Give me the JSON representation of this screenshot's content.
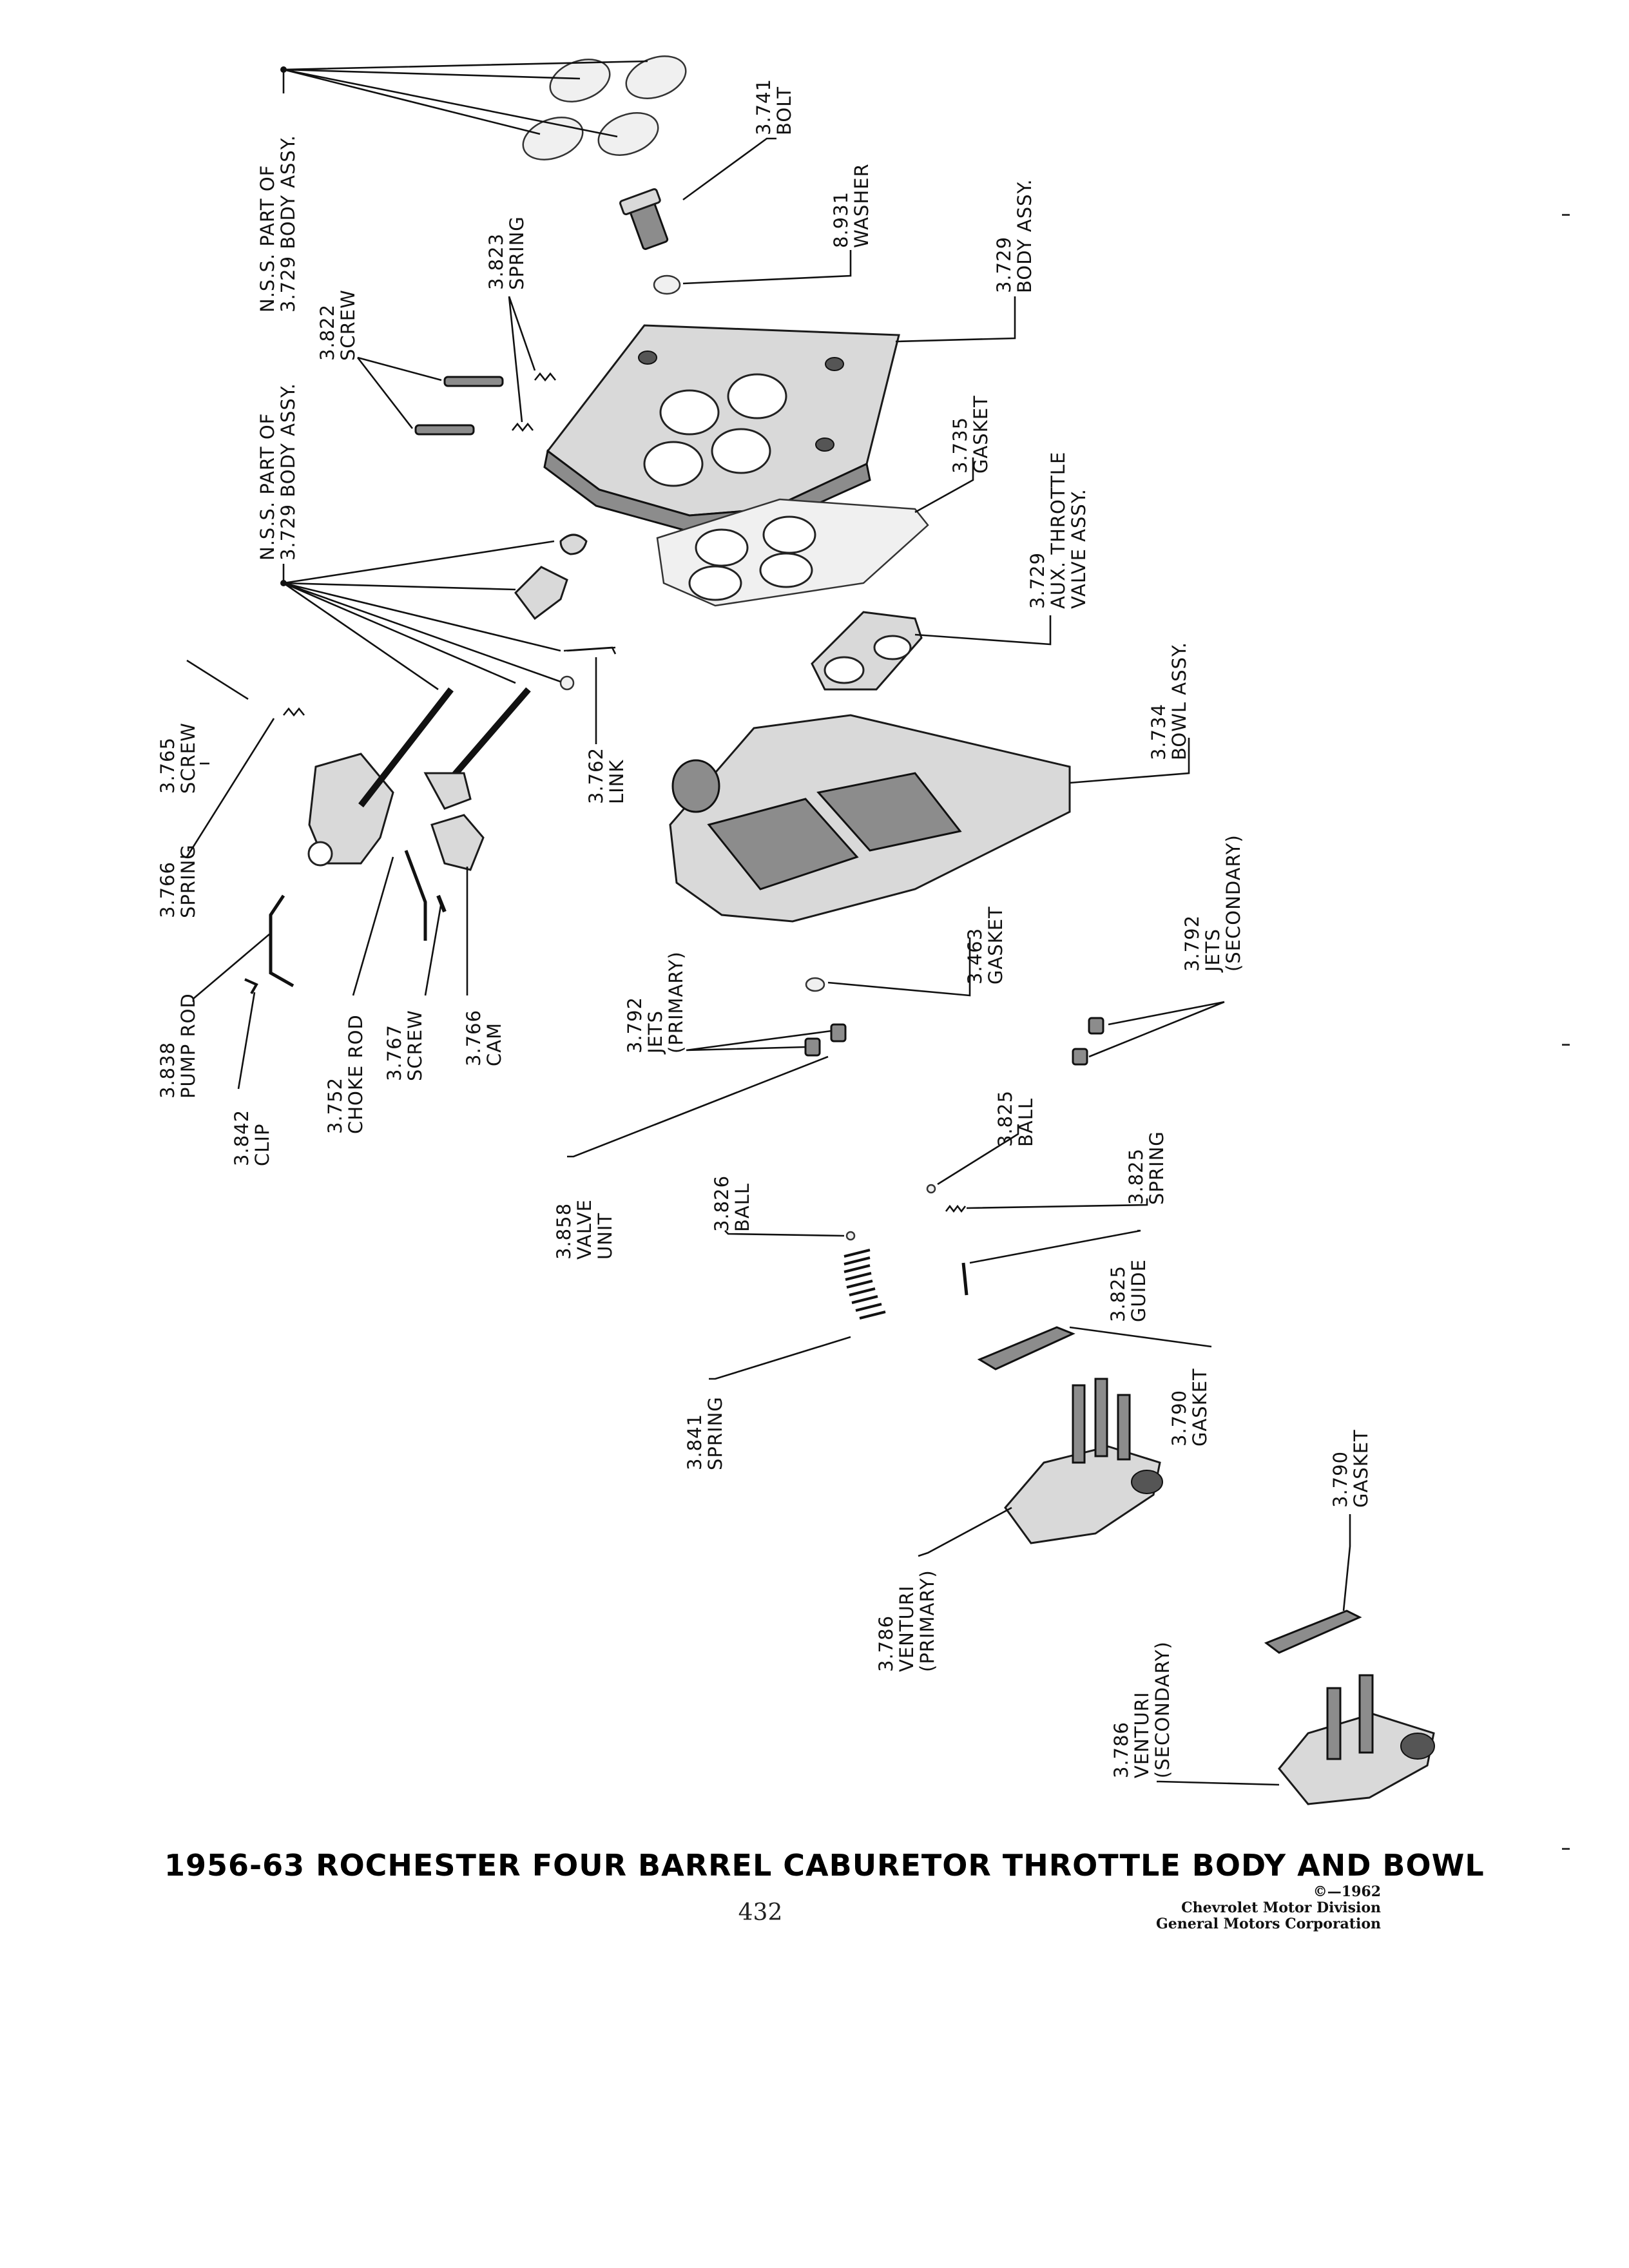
{
  "title": "1956-63 ROCHESTER FOUR BARREL CABURETOR THROTTLE BODY AND BOWL",
  "page_number": "432",
  "copyright": {
    "line1": "©—1962",
    "line2": "Chevrolet Motor Division",
    "line3": "General Motors Corporation"
  },
  "callouts": {
    "nss_top": [
      "N.S.S. PART OF",
      "3.729 BODY ASSY."
    ],
    "bolt": [
      "3.741",
      "BOLT"
    ],
    "washer": [
      "8.931",
      "WASHER"
    ],
    "body_assy": [
      "3.729",
      "BODY ASSY."
    ],
    "spring_3823": [
      "3.823",
      "SPRING"
    ],
    "screw_3822": [
      "3.822",
      "SCREW"
    ],
    "nss_mid": [
      "N.S.S. PART OF",
      "3.729 BODY ASSY."
    ],
    "gasket_3735": [
      "3.735",
      "GASKET"
    ],
    "aux_throttle": [
      "3.729",
      "AUX. THROTTLE",
      "VALVE ASSY."
    ],
    "bowl_assy": [
      "3.734",
      "BOWL ASSY."
    ],
    "screw_3765": [
      "3.765",
      "SCREW"
    ],
    "spring_3766": [
      "3.766",
      "SPRING"
    ],
    "link_3762": [
      "3.762",
      "LINK"
    ],
    "pump_rod": [
      "3.838",
      "PUMP ROD"
    ],
    "clip_3842": [
      "3.842",
      "CLIP"
    ],
    "choke_rod": [
      "3.752",
      "CHOKE ROD"
    ],
    "screw_3767": [
      "3.767",
      "SCREW"
    ],
    "cam_3766": [
      "3.766",
      "CAM"
    ],
    "jets_primary": [
      "3.792",
      "JETS",
      "(PRIMARY)"
    ],
    "gasket_3463": [
      "3.463",
      "GASKET"
    ],
    "jets_secondary": [
      "3.792",
      "JETS",
      "(SECONDARY)"
    ],
    "ball_3825": [
      "3.825",
      "BALL"
    ],
    "spring_3825": [
      "3.825",
      "SPRING"
    ],
    "valve_unit": [
      "3.858",
      "VALVE",
      "UNIT"
    ],
    "ball_3826": [
      "3.826",
      "BALL"
    ],
    "guide_3825": [
      "3.825",
      "GUIDE"
    ],
    "spring_3841": [
      "3.841",
      "SPRING"
    ],
    "gasket_3790_a": [
      "3.790",
      "GASKET"
    ],
    "gasket_3790_b": [
      "3.790",
      "GASKET"
    ],
    "venturi_primary": [
      "3.786",
      "VENTURI",
      "(PRIMARY)"
    ],
    "venturi_secondary": [
      "3.786",
      "VENTURI",
      "(SECONDARY)"
    ]
  }
}
